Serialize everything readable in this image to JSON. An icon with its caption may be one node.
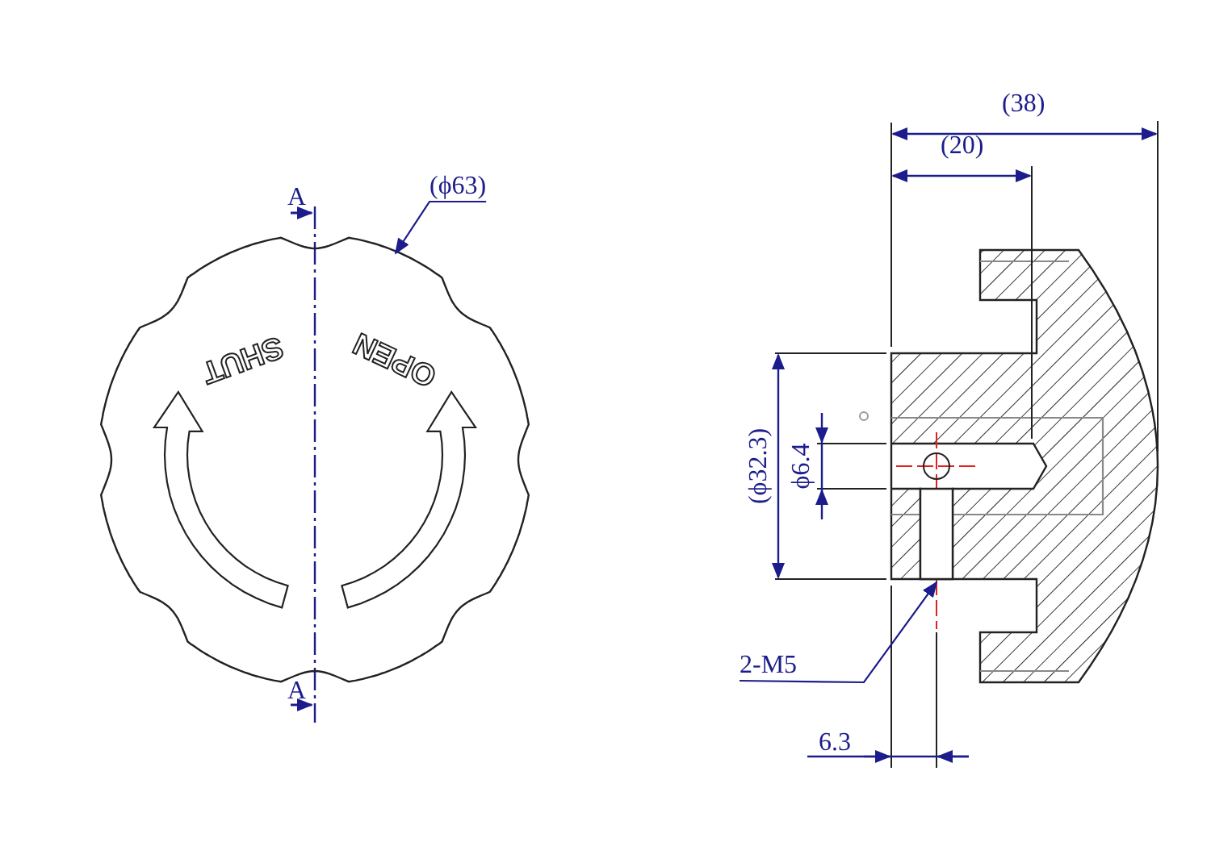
{
  "diagram": {
    "nodes": [
      {
        "text": [
          "(ϕ63)"
        ]
      },
      {
        "text": [],
        "shape": "picture"
      },
      {
        "text": [
          "2-M5"
        ]
      },
      {
        "text": [],
        "shape": "box"
      }
    ],
    "edges": [
      {
        "from": 0,
        "to": 1,
        "arrow": "to"
      },
      {
        "from": 2,
        "to": 3,
        "arrow": "to"
      }
    ],
    "labels": [
      "A",
      "A",
      "SHUT",
      "OPEN",
      "(38)",
      "(20)",
      "(ϕ32.3)",
      "ϕ6.4",
      "6.3"
    ]
  }
}
